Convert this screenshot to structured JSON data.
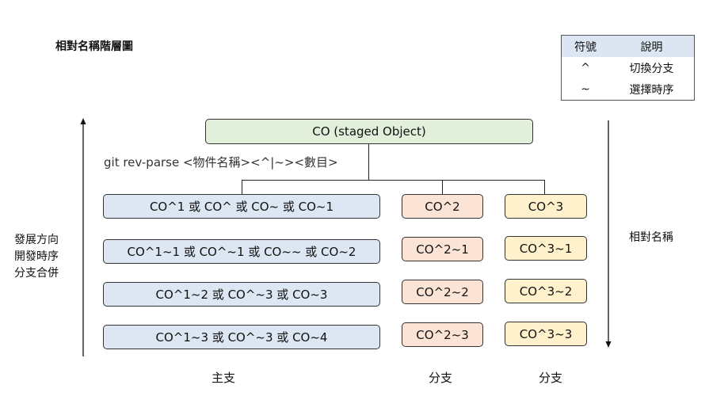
{
  "title": "相對名稱階層圖",
  "legend": {
    "headers": [
      "符號",
      "說明"
    ],
    "rows": [
      {
        "symbol": "^",
        "desc": "切換分支"
      },
      {
        "symbol": "~",
        "desc": "選擇時序"
      }
    ]
  },
  "root_node": "CO (staged Object)",
  "command": "git rev-parse <物件名稱><^|~><數目>",
  "main_branch": [
    "CO^1 或 CO^ 或 CO~ 或 CO~1",
    "CO^1~1 或 CO^~1 或 CO~~ 或 CO~2",
    "CO^1~2 或 CO^~3 或 CO~3",
    "CO^1~3 或 CO^~3 或 CO~4"
  ],
  "branch2": [
    "CO^2",
    "CO^2~1",
    "CO^2~2",
    "CO^2~3"
  ],
  "branch3": [
    "CO^3",
    "CO^3~1",
    "CO^3~2",
    "CO^3~3"
  ],
  "left_label": [
    "發展方向",
    "開發時序",
    "分支合併"
  ],
  "right_label": "相對名稱",
  "column_labels": [
    "主支",
    "分支",
    "分支"
  ]
}
